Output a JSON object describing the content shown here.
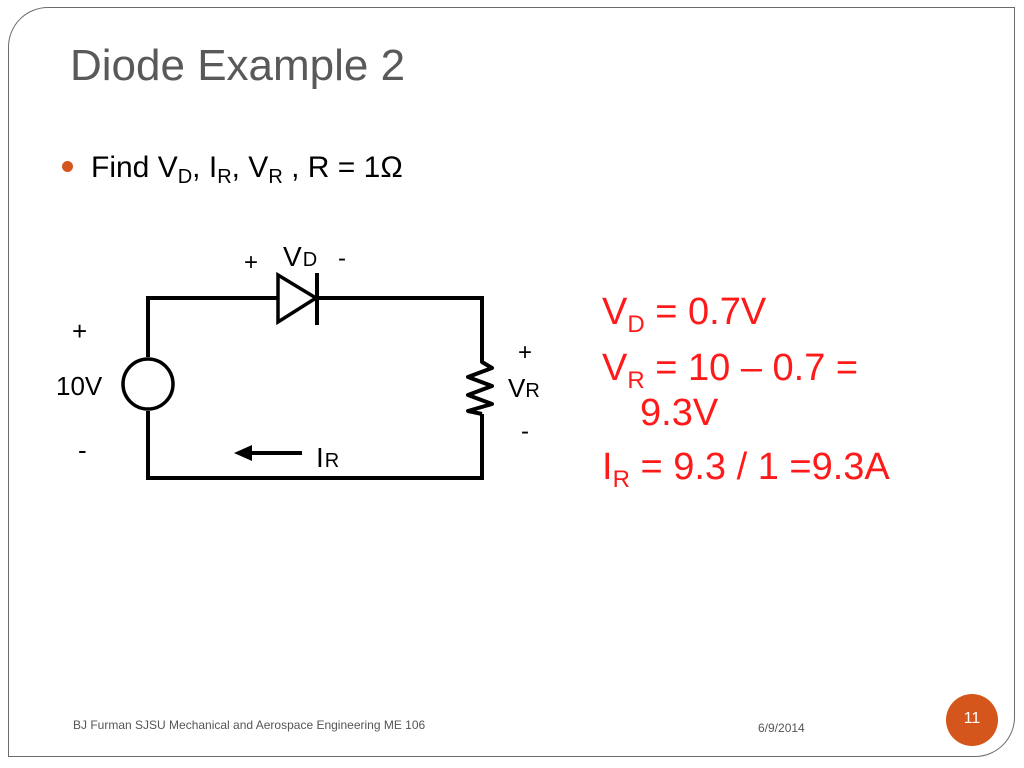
{
  "slide": {
    "title": "Diode Example 2",
    "bullet": {
      "find_prefix": "Find V",
      "vd_sub": "D",
      "sep1": ", I",
      "ir_sub": "R",
      "sep2": ", V",
      "vr_sub": "R",
      "suffix": " , R = 1Ω"
    }
  },
  "circuit": {
    "diode_plus": "+",
    "diode_label_main": "V",
    "diode_label_sub": "D",
    "diode_minus": "-",
    "source_plus": "+",
    "source_value": "10V",
    "source_minus": "-",
    "resistor_plus": "+",
    "resistor_label_main": "V",
    "resistor_label_sub": "R",
    "resistor_minus": "-",
    "current_label_main": "I",
    "current_label_sub": "R"
  },
  "results": {
    "vd_main": "V",
    "vd_sub": "D",
    "vd_rest": " = 0.7V",
    "vr_main": "V",
    "vr_sub": "R",
    "vr_rest": " = 10 – 0.7 =",
    "vr_cont": "9.3V",
    "ir_main": "I",
    "ir_sub": "R",
    "ir_rest": " = 9.3 / 1 =9.3A",
    "color": "#ff1a1a"
  },
  "footer": {
    "text": "BJ Furman SJSU Mechanical and Aerospace Engineering  ME 106",
    "date": "6/9/2014",
    "page_number": "11"
  },
  "colors": {
    "accent": "#d4561c",
    "title": "#595959"
  }
}
